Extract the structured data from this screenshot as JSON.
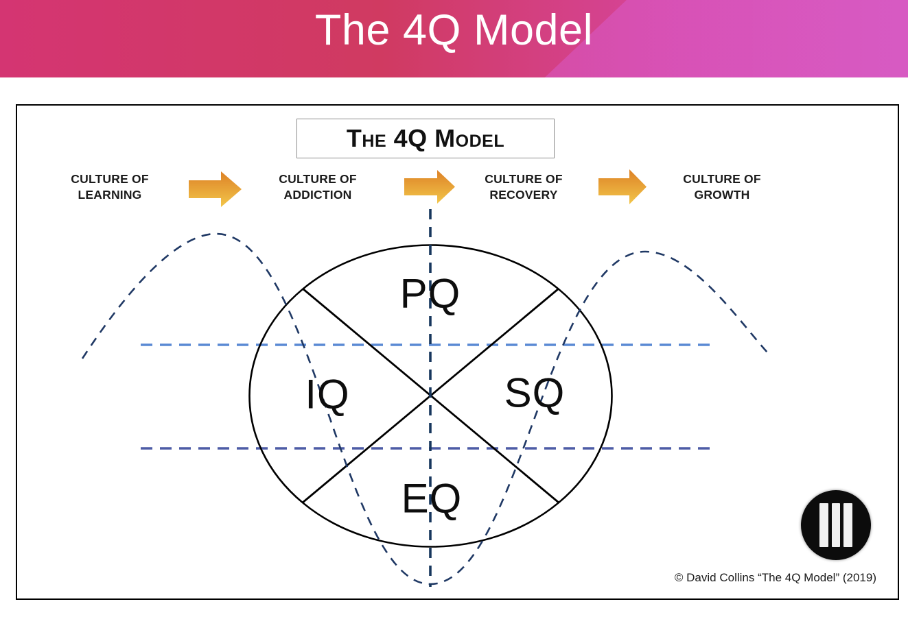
{
  "header": {
    "title": "The 4Q Model"
  },
  "diagram": {
    "title": "The 4Q Model",
    "stages": [
      {
        "line1": "CULTURE OF",
        "line2": "LEARNING"
      },
      {
        "line1": "CULTURE OF",
        "line2": "ADDICTION"
      },
      {
        "line1": "CULTURE OF",
        "line2": "RECOVERY"
      },
      {
        "line1": "CULTURE OF",
        "line2": "GROWTH"
      }
    ],
    "quadrants": {
      "top": "PQ",
      "left": "IQ",
      "right": "SQ",
      "bottom": "EQ"
    },
    "copyright": "© David Collins “The 4Q Model” (2019)"
  },
  "logo": {
    "icon": "three-vertical-bars"
  },
  "colors": {
    "header_gradient_left": "#d43572",
    "header_gradient_right": "#d55ab8",
    "arrow_top": "#dd8126",
    "arrow_bottom": "#f2c64a",
    "wave_dash": "#1f3864",
    "vertical_dash": "#17365d",
    "upper_dash_line": "#5b8ad4",
    "lower_dash_line": "#4d5ca6",
    "outline_black": "#000000"
  }
}
